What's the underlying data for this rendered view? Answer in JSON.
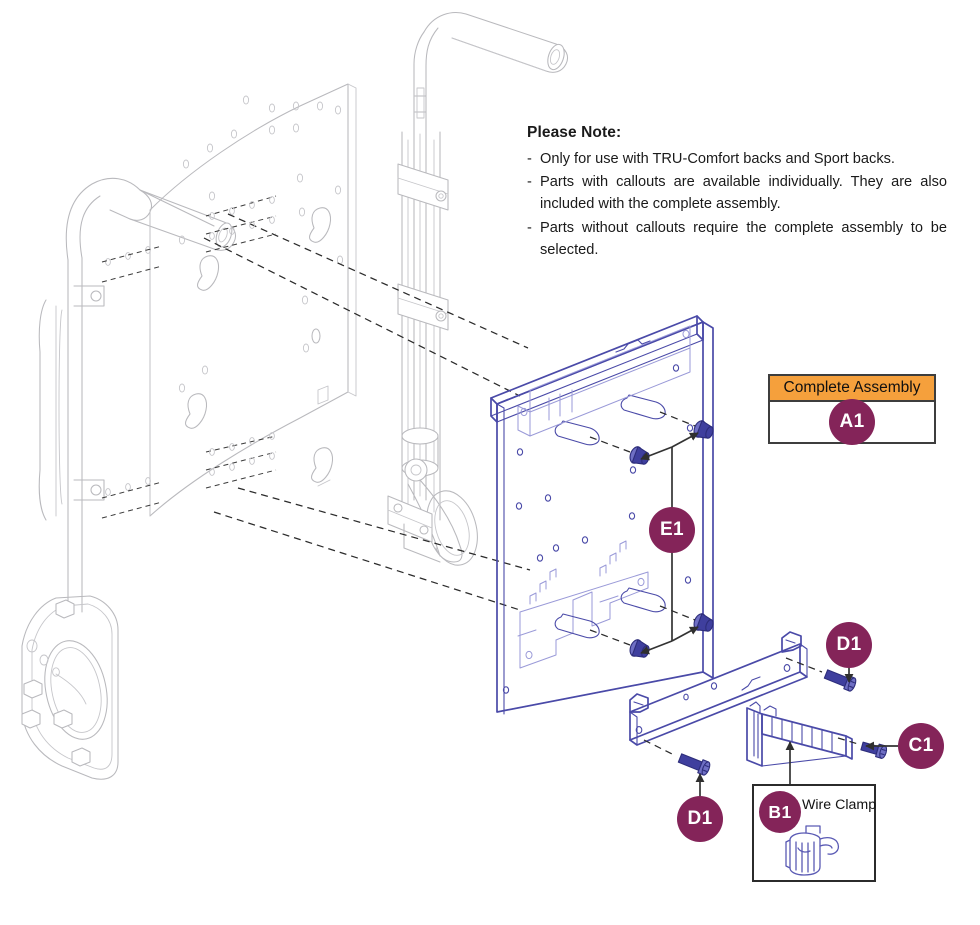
{
  "document": {
    "type": "exploded-parts-diagram",
    "subject": "Wheelchair back mounting plate assembly"
  },
  "note": {
    "title": "Please Note:",
    "items": [
      "Only for use with TRU-Comfort backs and Sport backs.",
      "Parts with callouts are available individually. They are also included with the complete assembly.",
      "Parts without callouts require the complete assembly to be selected."
    ],
    "bullet": "-"
  },
  "complete_assembly": {
    "header_label": "Complete Assembly",
    "callout": "A1"
  },
  "wire_clamp": {
    "callout": "B1",
    "label": "Wire Clamp"
  },
  "callouts": [
    {
      "id": "e1",
      "label": "E1"
    },
    {
      "id": "d1-upper",
      "label": "D1"
    },
    {
      "id": "c1",
      "label": "C1"
    },
    {
      "id": "d1-lower",
      "label": "D1"
    }
  ],
  "colors": {
    "callout_purple": "#842459",
    "header_orange": "#f5a03c",
    "part_blue": "#4a4aa8",
    "part_blue_light": "#8f8fd0",
    "ghost_gray": "#b9b9bd",
    "leader_black": "#262626",
    "box_border": "#2b2b2b"
  },
  "parts": {
    "back_plate": "mounting back plate",
    "lower_bracket": "lower cross bracket",
    "wire_clamp_part": "wire clamp",
    "screws": "mounting screws",
    "frame": "wheelchair frame (reference geometry)"
  }
}
